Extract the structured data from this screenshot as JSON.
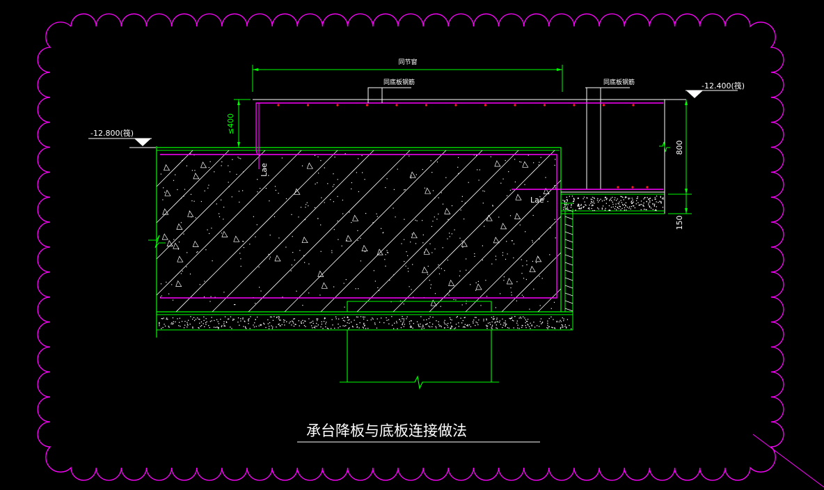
{
  "title": "承台降板与底板连接做法",
  "labels": {
    "elev_left": "-12.800(筏)",
    "elev_right": "-12.400(筏)",
    "dim_top": "同节窗",
    "rebar_a": "同底板钢筋",
    "rebar_b": "同底板钢筋",
    "dim_le400": "≤400",
    "dim_800": "800",
    "dim_150": "150",
    "lae_vertical": "Lae",
    "lae_horizontal": "Lae"
  },
  "colors": {
    "background": "#000000",
    "revision_cloud": "#ff00ff",
    "outline": "#00ff00",
    "rebar": "#ff00ff",
    "text": "#ffffff",
    "hatch": "#ffffff"
  }
}
